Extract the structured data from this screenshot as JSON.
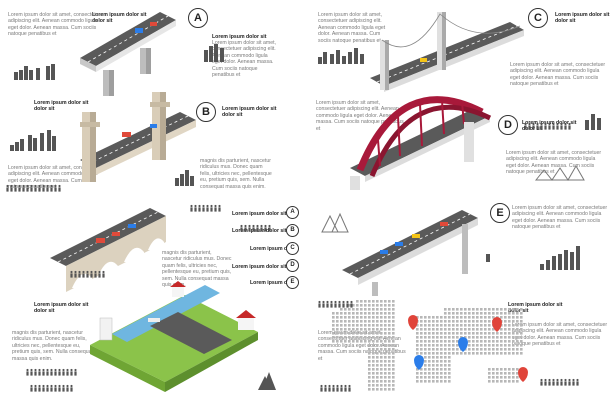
{
  "section_labels": [
    "A",
    "B",
    "C",
    "D",
    "E"
  ],
  "headers": {
    "lorem_bold": "Lorem ipsum dolor sit",
    "lorem_bold_two": "Lorem ipsum dolor sit dolor sit",
    "lorem_dolor": "Lorem ipsum dolor sit dolor sit"
  },
  "paragraphs": {
    "p1": "Lorem ipsum dolor sit amet, consectetuer adipiscing elit. Aenean commodo ligula eget dolor. Aenean massa. Cum sociis natoque penatibus et",
    "p2": "Lorem ipsum dolor sit amet, consectetuer adipiscing elit. Aenean commodo ligula eget dolor. Aenean massa. Cum sociis natoque penatibus et",
    "p3": "Lorem ipsum dolor sit amet, consectetuer adipiscing elit. Aenean commodo ligula eget dolor. Aenean massa. Cum sociis natoque penatibus et",
    "p4": "magnis dis parturient, nascetur ridiculus mus. Donec quam felis, ultricies nec, pellentesque eu, pretium quis, sem. Nulla consequat massa quis enim.",
    "p5": "magnis dis parturient, nascetur ridiculus mus. Donec quam felis, ultricies nec, pellentesque eu, pretium quis, sem. Nulla consequat massa quis enim.",
    "p6": "magnis dis parturient, nascetur ridiculus mus. Donec quam felis, ultricies nec, pellentesque eu, pretium quis, sem. Nulla consequat massa quis enim.",
    "p7": "Lorem ipsum dolor sit amet, consectetuer adipiscing elit. Aenean commodo ligula eget dolor. Aenean massa. Cum sociis natoque penatibus et",
    "p8": "Lorem ipsum dolor sit amet, consectetuer adipiscing elit. Aenean commodo ligula eget dolor. Aenean massa. Cum sociis natoque penatibus et",
    "p9": "Lorem ipsum dolor sit amet, consectetuer adipiscing elit. Aenean commodo ligula eget dolor. Aenean massa. Cum sociis natoque penatibus et",
    "p10": "Lorem ipsum dolor sit amet, consectetuer adipiscing elit. Aenean commodo ligula eget dolor. Aenean massa. Cum sociis natoque penatibus et",
    "p11": "Lorem ipsum dolor sit amet, consectetuer adipiscing elit. Aenean commodo ligula eget dolor. Aenean massa. Cum sociis natoque penatibus et",
    "p12": "Lorem ipsum dolor sit amet, consectetuer adipiscing elit. Aenean commodo ligula eget dolor. Aenean massa. Cum sociis natoque penatibus et",
    "p13": "Lorem ipsum dolor sit amet, consectetuer adipiscing elit. Aenean commodo ligula eget dolor. Aenean massa. Cum sociis natoque penatibus et"
  },
  "list_items": [
    "Lorem ipsum dolor sit",
    "Lorem ipsum dolor sit",
    "Lorem ipsum dolor",
    "Lorem ipsum dolor sit",
    "Lorem ipsum dolor"
  ],
  "people_glyph": "👤👤👤👤👤👤👤👤👤",
  "colors": {
    "road": "#5a5a5a",
    "bridge_red": "#a8193a",
    "bridge_stone": "#d9cdb8",
    "river": "#6fb6e0",
    "grass": "#8bc34a",
    "pin_red": "#e0443a",
    "pin_blue": "#2b7de9"
  }
}
